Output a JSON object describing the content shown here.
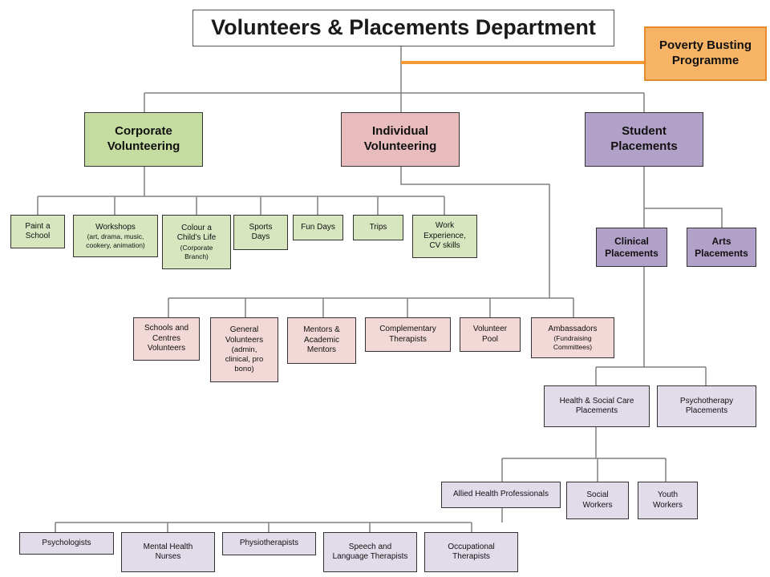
{
  "title": "Volunteers & Placements Department",
  "programme": "Poverty Busting\nProgramme",
  "branches": {
    "corporate": {
      "label": "Corporate\nVolunteering",
      "items": [
        {
          "label": "Paint a\nSchool"
        },
        {
          "label": "Workshops",
          "sub": "(art, drama, music,\ncookery, animation)"
        },
        {
          "label": "Colour a\nChild's Life",
          "sub": "(Corporate\nBranch)"
        },
        {
          "label": "Sports\nDays"
        },
        {
          "label": "Fun Days"
        },
        {
          "label": "Trips"
        },
        {
          "label": "Work\nExperience,\nCV skills"
        }
      ]
    },
    "individual": {
      "label": "Individual\nVolunteering",
      "items": [
        {
          "label": "Schools and\nCentres\nVolunteers"
        },
        {
          "label": "General\nVolunteers",
          "sub": "(admin,\nclinical, pro\nbono)"
        },
        {
          "label": "Mentors &\nAcademic\nMentors"
        },
        {
          "label": "Complementary\nTherapists"
        },
        {
          "label": "Volunteer\nPool"
        },
        {
          "label": "Ambassadors",
          "sub": "(Fundraising\nCommittees)"
        }
      ]
    },
    "student": {
      "label": "Student\nPlacements",
      "clinical": "Clinical\nPlacements",
      "arts": "Arts\nPlacements",
      "health_social": "Health & Social Care\nPlacements",
      "psychotherapy": "Psychotherapy\nPlacements",
      "allied": "Allied Health Professionals",
      "social_workers": "Social\nWorkers",
      "youth_workers": "Youth\nWorkers",
      "professions": [
        {
          "label": "Psychologists"
        },
        {
          "label": "Mental Health\nNurses"
        },
        {
          "label": "Physiotherapists"
        },
        {
          "label": "Speech and\nLanguage Therapists"
        },
        {
          "label": "Occupational\nTherapists"
        }
      ]
    }
  },
  "colors": {
    "corporate": "#c4dca0",
    "individual": "#e8bcbc",
    "student": "#b1a0c7",
    "programme": "#f8b466",
    "programme_line": "#f29a36",
    "connector": "#808080"
  }
}
